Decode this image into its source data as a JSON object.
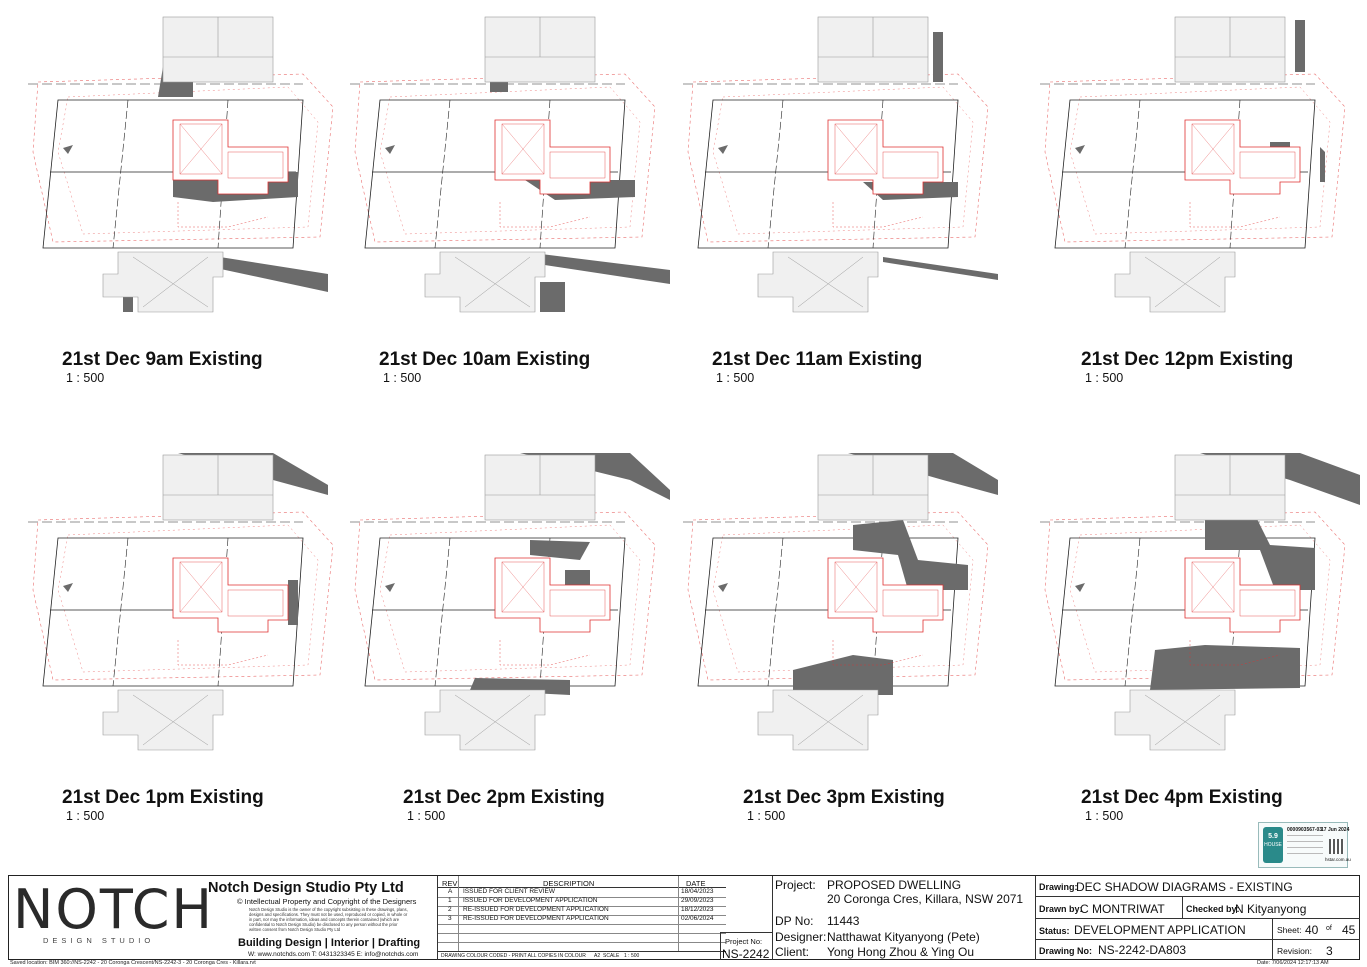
{
  "diagrams": [
    {
      "title": "21st Dec 9am Existing",
      "scale": "1 : 500",
      "shadow": "morning-strong"
    },
    {
      "title": "21st Dec 10am Existing",
      "scale": "1 : 500",
      "shadow": "morning"
    },
    {
      "title": "21st Dec 11am Existing",
      "scale": "1 : 500",
      "shadow": "late-morning"
    },
    {
      "title": "21st Dec 12pm Existing",
      "scale": "1 : 500",
      "shadow": "noon"
    },
    {
      "title": "21st Dec 1pm Existing",
      "scale": "1 : 500",
      "shadow": "early-afternoon"
    },
    {
      "title": "21st Dec 2pm Existing",
      "scale": "1 : 500",
      "shadow": "afternoon"
    },
    {
      "title": "21st Dec 3pm Existing",
      "scale": "1 : 500",
      "shadow": "late-afternoon"
    },
    {
      "title": "21st Dec 4pm Existing",
      "scale": "1 : 500",
      "shadow": "evening"
    }
  ],
  "colors": {
    "shadow": "#6b6b6b",
    "building": "#f0f0f0",
    "redline": "#e03030",
    "boundary": "#222222"
  },
  "company": {
    "logo_word": "NOTCH",
    "logo_sub": "DESIGN STUDIO",
    "name": "Notch Design Studio Pty Ltd",
    "copyright": "© Intellectual Property and Copyright of the Designers",
    "disclaimer_1": "Notch Design Studio is the owner of the copyright subsisting in these drawings, plans,",
    "disclaimer_2": "designs and specifications. They must not be used, reproduced or copied, in whole or",
    "disclaimer_3": "in part, nor may the information, ideas and concepts therein contained (which are",
    "disclaimer_4": "confidential to Notch Design Studio) be disclosed to any person without the prior",
    "disclaimer_5": "written consent from Notch Design Studio Pty Ltd",
    "services": "Building Design | Interior | Drafting",
    "contact": "W: www.notchds.com  T: 0431323345  E: info@notchds.com"
  },
  "revisions": {
    "headers": {
      "rev": "REV",
      "description": "DESCRIPTION",
      "date": "DATE"
    },
    "rows": [
      {
        "rev": "A",
        "description": "ISSUED FOR CLIENT REVIEW",
        "date": "18/04/2023"
      },
      {
        "rev": "1",
        "description": "ISSUED FOR DEVELOPMENT APPLICATION",
        "date": "29/09/2023"
      },
      {
        "rev": "2",
        "description": "RE-ISSUED FOR DEVELOPMENT APPLICATION",
        "date": "18/12/2023"
      },
      {
        "rev": "3",
        "description": "RE-ISSUED FOR DEVELOPMENT APPLICATION",
        "date": "02/06/2024"
      }
    ],
    "colour_note": "DRAWING COLOUR CODED - PRINT ALL COPIES IN COLOUR",
    "paper": "A2",
    "scale_label": "SCALE",
    "scale_value": "1 : 500"
  },
  "project": {
    "project_no_label": "Project No:",
    "project_no": "NS-2242",
    "project_label": "Project:",
    "project_name": "PROPOSED DWELLING",
    "address": "20 Coronga Cres, Killara, NSW 2071",
    "dp_label": "DP No:",
    "dp_no": "11443",
    "designer_label": "Designer:",
    "designer": "Natthawat Kityanyong (Pete)",
    "client_label": "Client:",
    "client": "Yong Hong Zhou & Ying Ou"
  },
  "drawing": {
    "drawing_label": "Drawing:",
    "drawing_title": "DEC SHADOW DIAGRAMS - EXISTING",
    "drawn_label": "Drawn by:",
    "drawn_by": "C MONTRIWAT",
    "checked_label": "Checked by:",
    "checked_by": "N Kityanyong",
    "status_label": "Status:",
    "status": "DEVELOPMENT APPLICATION",
    "sheet_label": "Sheet:",
    "sheet": "40",
    "sheet_of": "of",
    "sheet_total": "45",
    "drawing_no_label": "Drawing No:",
    "drawing_no": "NS-2242-DA803",
    "revision_label": "Revision:",
    "revision": "3"
  },
  "basix": {
    "cert_no": "0000903567-03",
    "date": "17 Jun 2024",
    "rating": "5.9",
    "label": "HOUSE",
    "site": "hstar.com.au"
  },
  "footer": {
    "saved_location": "Saved location:  BIM 360://NS-2242 - 20 Coronga Crescent/NS-2242-3 - 20 Coronga Cres - Killara.rvt",
    "date_label": "Date:",
    "date": "7/06/2024 12:17:13 AM"
  }
}
